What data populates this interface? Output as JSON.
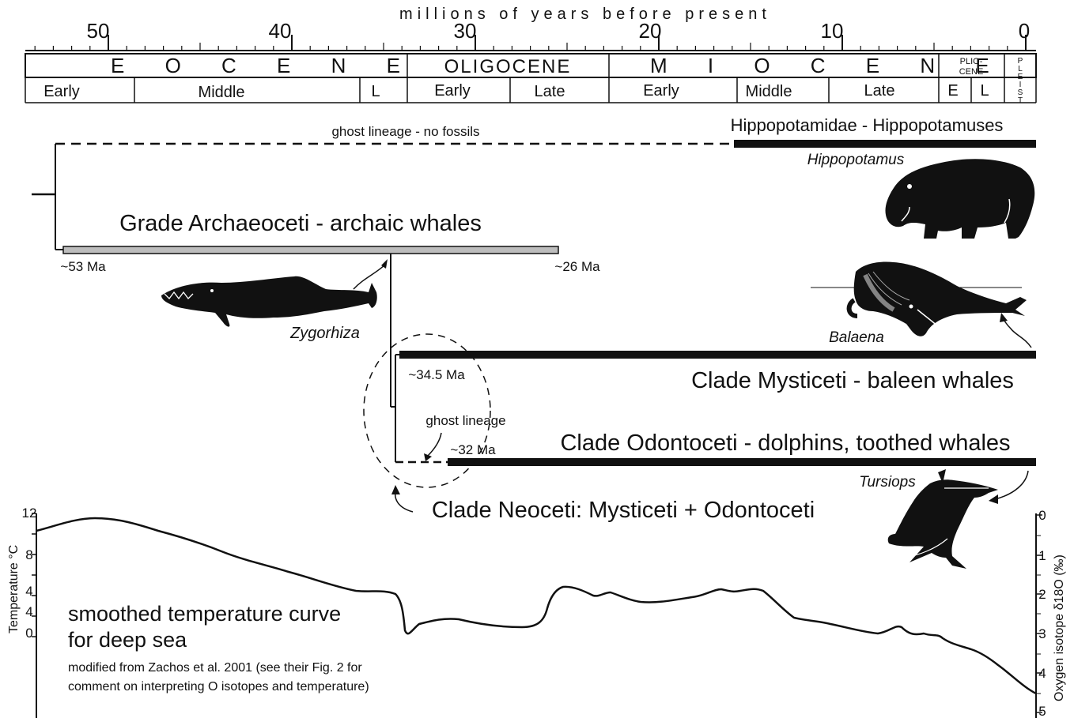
{
  "timescale": {
    "axis_title": "millions of years before present",
    "axis_ticks": [
      "50",
      "40",
      "30",
      "20",
      "10",
      "0"
    ],
    "epochs": [
      {
        "name": "E O C E N E"
      },
      {
        "name": "OLIGOCENE"
      },
      {
        "name": "M I O C E N E"
      },
      {
        "name": "PLIO-"
      },
      {
        "name": "CENE"
      },
      {
        "name": "P"
      },
      {
        "name": "L"
      },
      {
        "name": "E"
      },
      {
        "name": "I"
      },
      {
        "name": "S"
      },
      {
        "name": "T"
      }
    ],
    "subdivisions": [
      "Early",
      "Middle",
      "L",
      "Early",
      "Late",
      "Early",
      "Middle",
      "Late",
      "E",
      "L"
    ]
  },
  "lineages": {
    "ghost_label": "ghost lineage - no fossils",
    "hippo_label": "Hippopotamidae - Hippopotamuses",
    "hippo_genus": "Hippopotamus",
    "archaeoceti_label": "Grade Archaeoceti - archaic whales",
    "archaeoceti_start": "~53 Ma",
    "archaeoceti_end": "~26 Ma",
    "zygorhiza": "Zygorhiza",
    "balaena": "Balaena",
    "mysticeti_start": "~34.5 Ma",
    "mysticeti_label": "Clade Mysticeti - baleen whales",
    "ghost_lineage_small": "ghost lineage",
    "odontoceti_start": "~32 Ma",
    "odontoceti_label": "Clade Odontoceti - dolphins, toothed whales",
    "tursiops": "Tursiops",
    "neoceti_label": "Clade Neoceti: Mysticeti + Odontoceti"
  },
  "temperature": {
    "left_axis_label": "Temperature °C",
    "left_ticks": [
      "12",
      "8",
      "4",
      "0"
    ],
    "left_minor_ticks": [
      "4"
    ],
    "right_axis_label": "Oxygen isotope δ18O (‰)",
    "right_ticks": [
      "0",
      "1",
      "2",
      "3",
      "4",
      "5"
    ],
    "title_line1": "smoothed temperature curve",
    "title_line2": "for deep sea",
    "note_line1": "modified from Zachos et al. 2001 (see their Fig. 2 for",
    "note_line2": "comment on interpreting O isotopes and temperature)"
  }
}
